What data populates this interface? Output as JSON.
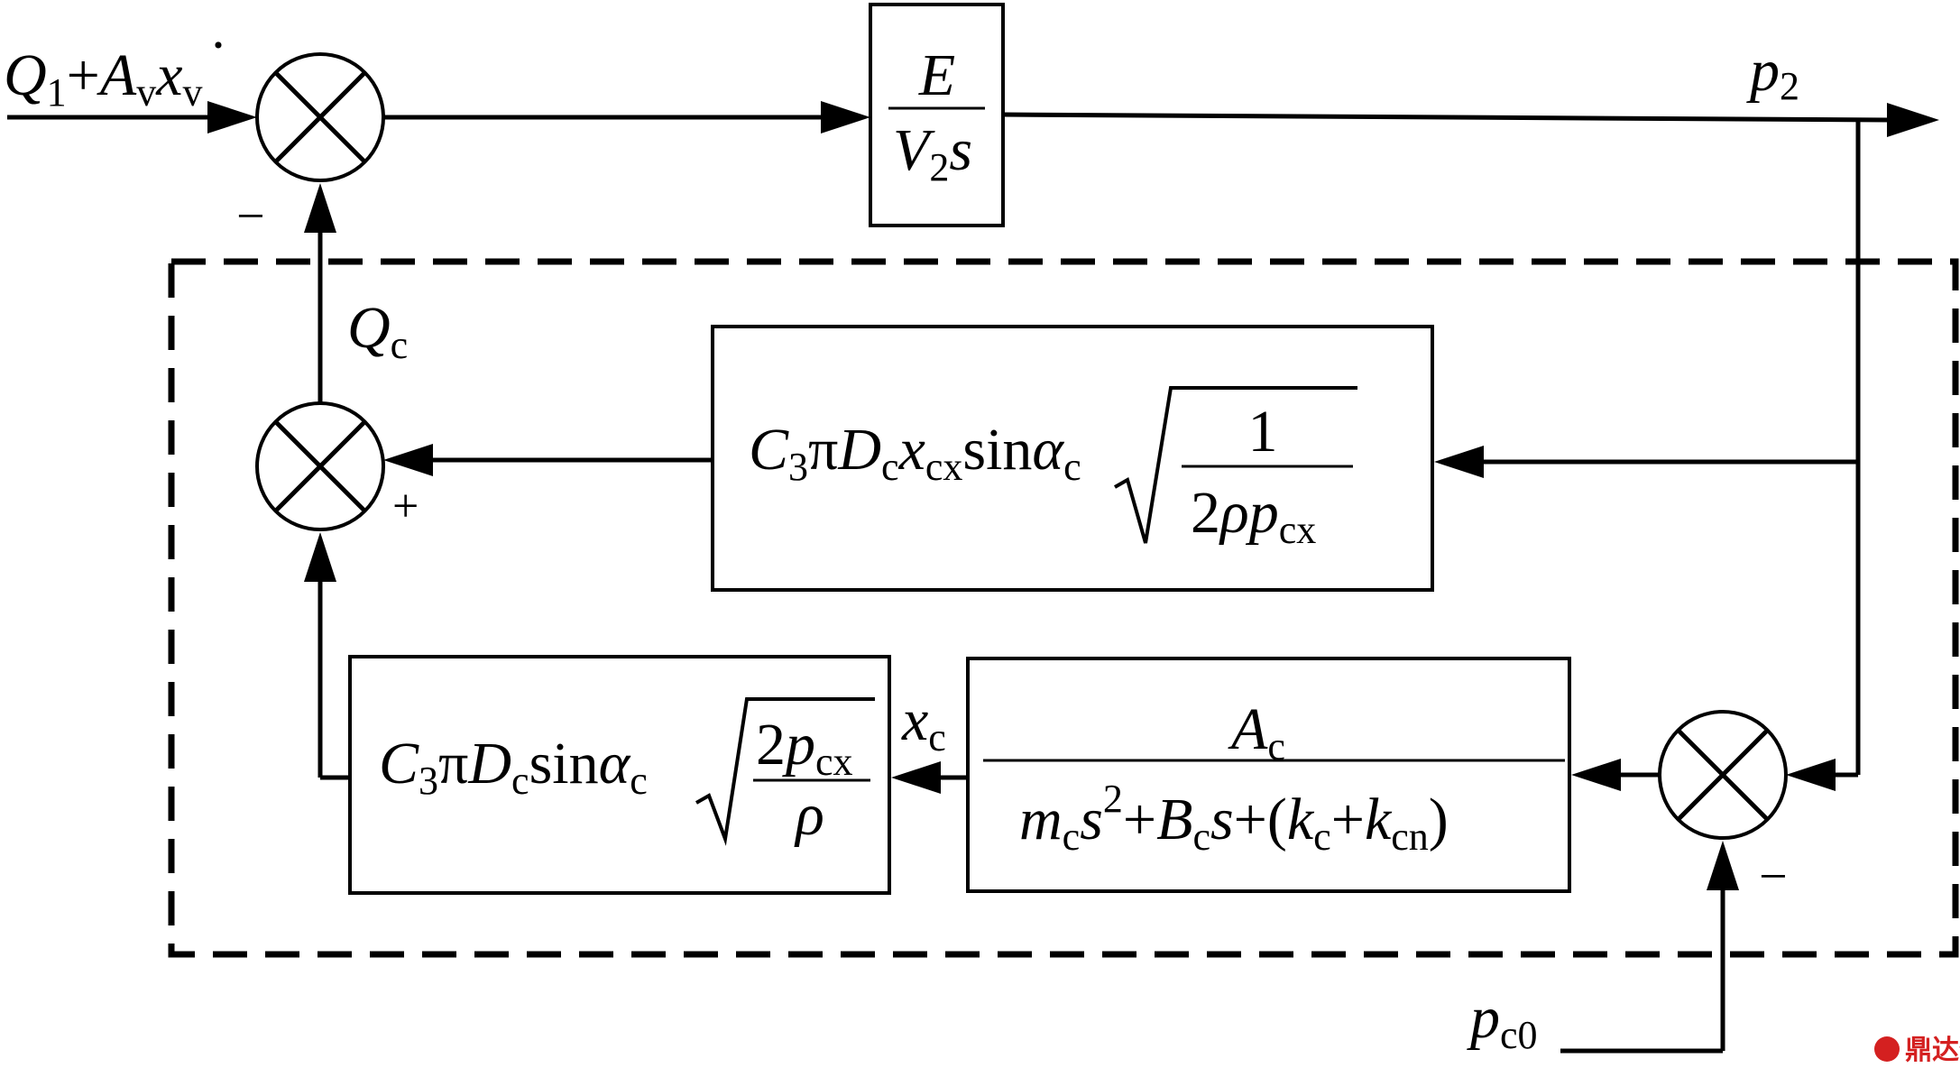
{
  "diagram": {
    "inputs": {
      "q1_main": "Q",
      "q1_sub": "1",
      "plus": "+",
      "av_main": "A",
      "av_sub": "v",
      "xv_main": "x",
      "xv_dot": "·",
      "xv_sub": "v"
    },
    "signs": {
      "minus_top": "−",
      "plus_mid": "+",
      "minus_bottom": "−"
    },
    "block_top": {
      "numerator": "E",
      "den_main": "V",
      "den_sub": "2",
      "den_s": "s"
    },
    "output": {
      "main": "p",
      "sub": "2"
    },
    "qc": {
      "main": "Q",
      "sub": "c"
    },
    "block_mid": {
      "c": "C",
      "c_sub": "3",
      "pi": "π",
      "d": "D",
      "d_sub": "c",
      "x": "x",
      "x_sub": "cx",
      "sin": "sin",
      "alpha": "α",
      "alpha_sub": "c",
      "num": "1",
      "den_2": "2",
      "den_rho": "ρ",
      "den_p": "p",
      "den_p_sub": "cx"
    },
    "block_low_left": {
      "c": "C",
      "c_sub": "3",
      "pi": "π",
      "d": "D",
      "d_sub": "c",
      "sin": "sin",
      "alpha": "α",
      "alpha_sub": "c",
      "num_2": "2",
      "num_p": "p",
      "num_p_sub": "cx",
      "den_rho": "ρ"
    },
    "xc": {
      "main": "x",
      "sub": "c"
    },
    "block_low_right": {
      "num_main": "A",
      "num_sub": "c",
      "m": "m",
      "m_sub": "c",
      "s": "s",
      "sq": "2",
      "plus1": "+",
      "b": "B",
      "b_sub": "c",
      "s2": "s",
      "plus2": "+(",
      "k": "k",
      "k_sub": "c",
      "plus3": "+",
      "k2": "k",
      "k2_sub": "cn",
      "close": ")"
    },
    "pc0": {
      "main": "p",
      "sub": "c0"
    },
    "watermark": "鼎达信"
  }
}
